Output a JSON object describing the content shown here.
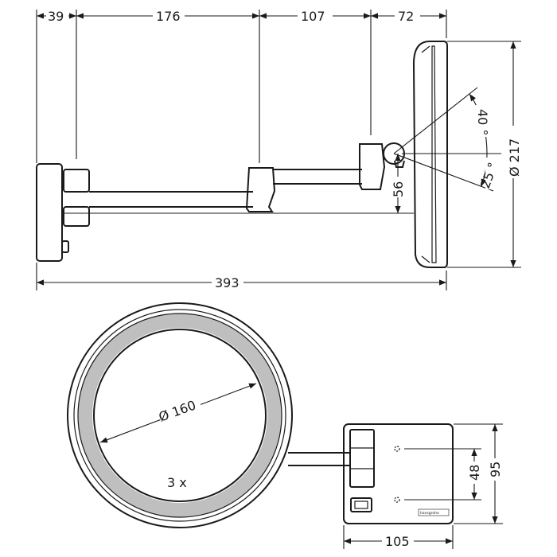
{
  "side_view": {
    "dims": {
      "base_depth": "39",
      "arm1": "176",
      "arm2": "107",
      "head": "72",
      "total": "393",
      "diameter": "Ø 217",
      "offset": "56",
      "angle_up": "40 °",
      "angle_down": "25 °"
    }
  },
  "front_view": {
    "mirror_diameter": "Ø 160",
    "magnification": "3 x",
    "brand": "hansgrohe",
    "dims": {
      "plate_width": "105",
      "plate_height": "95",
      "hole_spacing": "48"
    }
  }
}
